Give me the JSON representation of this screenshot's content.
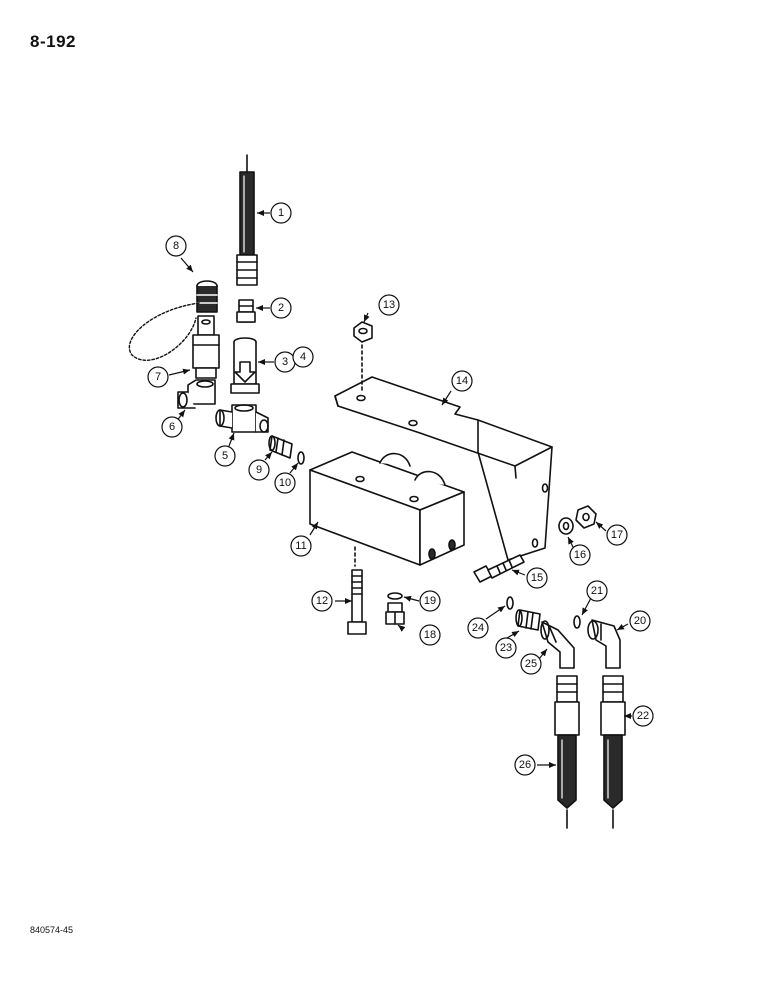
{
  "page_number": "8-192",
  "reference_code": "840574-45",
  "callouts": [
    "1",
    "2",
    "3",
    "4",
    "5",
    "6",
    "7",
    "8",
    "9",
    "10",
    "11",
    "12",
    "13",
    "14",
    "15",
    "16",
    "17",
    "18",
    "19",
    "20",
    "21",
    "22",
    "23",
    "24",
    "25",
    "26"
  ]
}
